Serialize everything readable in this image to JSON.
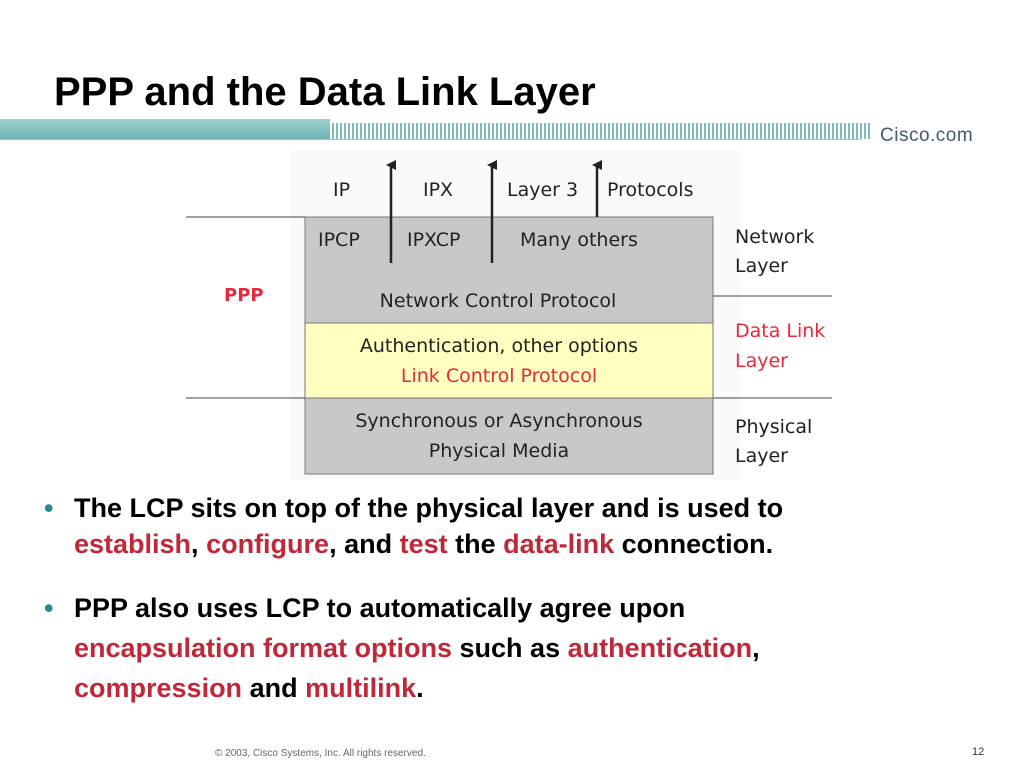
{
  "slide": {
    "title": "PPP and the Data Link Layer",
    "brand": "Cisco.com",
    "footer": "© 2003, Cisco Systems, Inc. All rights reserved.",
    "page_number": "12"
  },
  "diagram": {
    "upper_protocols": {
      "ip": "IP",
      "ipx": "IPX",
      "layer3": "Layer 3",
      "protocols": "Protocols"
    },
    "ncp_row": {
      "ipcp": "IPCP",
      "ipxcp": "IPXCP",
      "many": "Many others"
    },
    "ncp_label": "Network Control Protocol",
    "lcp_line1": "Authentication, other options",
    "lcp_line2": "Link Control Protocol",
    "physical_line1": "Synchronous or Asynchronous",
    "physical_line2": "Physical Media",
    "ppp_label": "PPP",
    "layers": {
      "network_1": "Network",
      "network_2": "Layer",
      "datalink_1": "Data Link",
      "datalink_2": "Layer",
      "physical_1": "Physical",
      "physical_2": "Layer"
    },
    "colors": {
      "gray_box": "#c8c8c8",
      "yellow_box": "#ffffc0",
      "accent_red": "#e8293a",
      "border": "#777777"
    }
  },
  "bullets": {
    "b1": {
      "p1": "The LCP sits on top of the physical layer and is used to",
      "h1": "establish",
      "p2": ", ",
      "h2": "configure",
      "p3": ", and ",
      "h3": "test",
      "p4": " the ",
      "h4": "data-link",
      "p5": " connection."
    },
    "b2": {
      "p1": "PPP also uses LCP to automatically agree upon",
      "h1": "encapsulation format options",
      "p2": " such as ",
      "h2": "authentication",
      "p3": ",",
      "h3": "compression",
      "p4": " and ",
      "h4": "multilink",
      "p5": "."
    },
    "colors": {
      "bullet": "#2a8a8a",
      "highlight": "#c0283a"
    }
  }
}
